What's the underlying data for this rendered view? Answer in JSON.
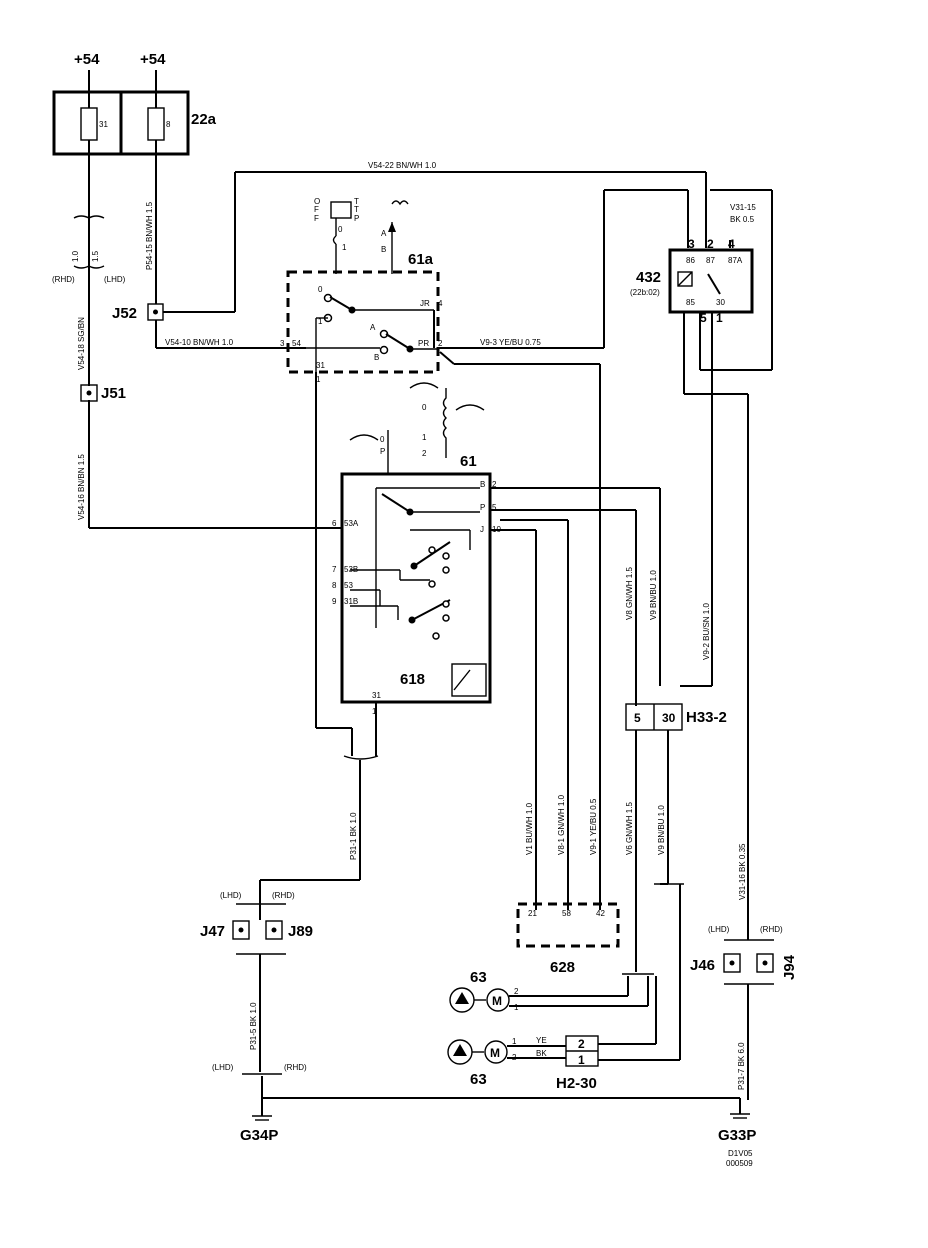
{
  "supply": {
    "left": "+54",
    "right": "+54"
  },
  "fuse_box": {
    "id": "22a",
    "fuse_left": "31",
    "fuse_right": "8"
  },
  "region": {
    "rhd": "(RHD)",
    "lhd": "(LHD)"
  },
  "wires": {
    "v54_22": "V54-22   BN/WH    1.0",
    "p54_15": "P54-15   BN/WH   1.5",
    "p54_sz": "1.0",
    "p54_sz2": "1.5",
    "v54_18": "V54-18   SG/BN",
    "v54_16": "V54-16   BN/BN   1.5",
    "v54_10": "V54-10    BN/WH    1.0",
    "v9_3": "V9-3    YE/BU   0.75",
    "v31_15a": "V31-15",
    "v31_15b": "BK   0.5",
    "v8": "V8    GN/WH    1.5",
    "v9": "V9    BN/BU    1.0",
    "v9_2": "V9-2    BU/SN    1.0",
    "v31_16": "V31-16    BK    0.35",
    "p31_1": "P31-1    BK    1.0",
    "v1": "V1    BU/WH    1.0",
    "v8_1": "V8-1    GN/WH    1.0",
    "v9_1": "V9-1    YE/BU    0.5",
    "v6b": "V6    GN/WH    1.5",
    "v9b": "V9    BN/BU    1.0",
    "p31_5": "P31-5    BK    1.0",
    "p31_7": "P31-7    BK    6.0",
    "ye": "YE",
    "bk": "BK"
  },
  "connectors": {
    "j52": "J52",
    "j51": "J51",
    "j47": "J47",
    "j89": "J89",
    "j46": "J46",
    "j94": "J94",
    "h33": "H33-2",
    "h2": "H2-30",
    "h33_pins": [
      "5",
      "30"
    ],
    "h2_pins": [
      "2",
      "1"
    ]
  },
  "components": {
    "c61a": "61a",
    "c61": "61",
    "c432": "432",
    "c432_ref": "(22b:02)",
    "c618": "618",
    "c628": "628",
    "c63": "63",
    "c63b": "63"
  },
  "relay_pins": {
    "p3": "3",
    "p2": "2",
    "p4": "4",
    "t86": "86",
    "t87": "87",
    "t87a": "87A",
    "t85": "85",
    "t30": "30",
    "p5": "5",
    "p1": "1"
  },
  "switch_61a": {
    "o": "O",
    "f": "F",
    "t": "T",
    "p": "P",
    "pin0": "0",
    "pin1": "1",
    "a": "A",
    "b": "B",
    "s_o": "0",
    "s_1": "1",
    "jr": "JR",
    "pin4": "4",
    "pin3": "3",
    "p54": "54",
    "pr": "PR",
    "pin2": "2",
    "p31": "31",
    "pin1b": "1",
    "sw_a": "A",
    "sw_b": "B"
  },
  "switch_61": {
    "p0": "0",
    "pp": "P",
    "b": "B",
    "b2": "2",
    "p": "P",
    "p5": "5",
    "j": "J",
    "j10": "10",
    "s53a": "53A",
    "s6": "6",
    "s53b": "53B",
    "s7": "7",
    "s53": "53",
    "s8": "8",
    "s31b": "31B",
    "s9": "9",
    "p31": "31",
    "p1": "1",
    "wp0": "0",
    "wp1": "1",
    "wp2": "2"
  },
  "pins_628": [
    "21",
    "58",
    "42"
  ],
  "motor": "M",
  "ground": {
    "g34": "G34P",
    "g33": "G33P"
  },
  "footer": {
    "code1": "D1V05",
    "code2": "000509"
  }
}
